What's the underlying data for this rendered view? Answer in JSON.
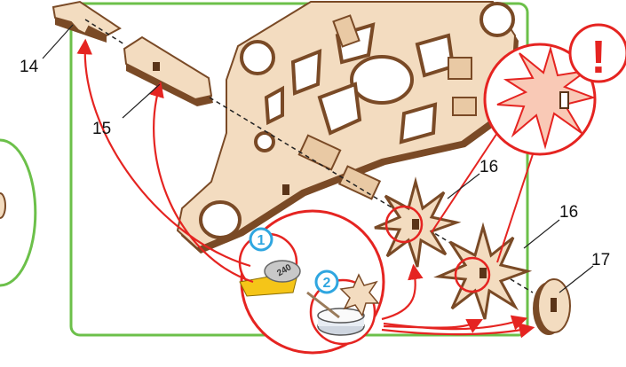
{
  "parts": [
    {
      "number": "14"
    },
    {
      "number": "15"
    },
    {
      "number": "16"
    },
    {
      "number": "16"
    },
    {
      "number": "17"
    }
  ],
  "steps": [
    {
      "badge": "1"
    },
    {
      "badge": "2"
    }
  ],
  "tape_marking": "240",
  "warning_symbol": "!",
  "colors": {
    "frame_green": "#6cc04a",
    "arrow_red": "#e52421",
    "badge_blue": "#2fa6e0",
    "plywood_face": "#f3dcc0",
    "plywood_edge": "#7a4a26",
    "detail_fill": "#f9c9b6"
  }
}
